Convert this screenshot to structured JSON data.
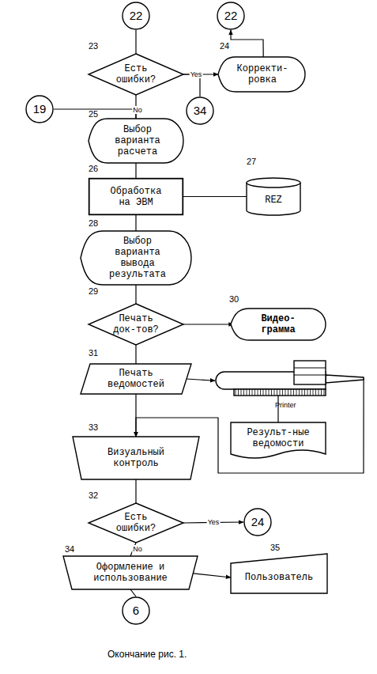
{
  "diagram": {
    "caption": "Окончание рис. 1.",
    "nodes": [
      {
        "text": [
          "22"
        ]
      },
      {
        "text": [
          "22"
        ]
      },
      {
        "text": [
          "Есть ошибки?"
        ]
      },
      {
        "text": [
          "Корректи- ровка"
        ]
      },
      {
        "text": [
          "34"
        ]
      },
      {
        "text": [
          "19"
        ]
      },
      {
        "text": [
          "Выбор варианта расчета"
        ]
      },
      {
        "text": [
          "Обработка на ЭВМ"
        ]
      },
      {
        "text": [
          "REZ"
        ]
      },
      {
        "text": [
          "Выбор варианта вывода результата"
        ]
      },
      {
        "text": [
          "Печать док-тов?"
        ]
      },
      {
        "text": [
          "Видео- грамма"
        ]
      },
      {
        "text": [
          "Печать ведомостей"
        ]
      },
      {
        "text": [
          "Printer"
        ]
      },
      {
        "text": [
          "Результ-ные ведомости"
        ]
      },
      {
        "text": [
          "Визуальный контроль"
        ]
      },
      {
        "text": [
          "Есть ошибки?"
        ]
      },
      {
        "text": [
          "24"
        ]
      },
      {
        "text": [
          "Оформление и использование"
        ]
      },
      {
        "text": [
          "Пользователь"
        ]
      },
      {
        "text": [
          "6"
        ]
      }
    ],
    "edges": [
      {
        "from": 0,
        "to": 2,
        "arrow": "none"
      },
      {
        "from": 2,
        "to": 3,
        "label": "Yes",
        "arrow": "to"
      },
      {
        "from": 2,
        "to": 4,
        "arrow": "none"
      },
      {
        "from": 3,
        "to": 1,
        "arrow": "to"
      },
      {
        "from": 2,
        "to": 6,
        "label": "No",
        "arrow": "none"
      },
      {
        "from": 5,
        "to": 6,
        "arrow": "none"
      },
      {
        "from": 6,
        "to": 7,
        "arrow": "none"
      },
      {
        "from": 7,
        "to": 8,
        "arrow": "none"
      },
      {
        "from": 7,
        "to": 9,
        "arrow": "none"
      },
      {
        "from": 9,
        "to": 10,
        "arrow": "none"
      },
      {
        "from": 10,
        "to": 11,
        "arrow": "to"
      },
      {
        "from": 10,
        "to": 12,
        "arrow": "none"
      },
      {
        "from": 12,
        "to": 13,
        "arrow": "to"
      },
      {
        "from": 13,
        "to": 14,
        "arrow": "none"
      },
      {
        "from": 13,
        "to": 15,
        "arrow": "to"
      },
      {
        "from": 12,
        "to": 15,
        "arrow": "to"
      },
      {
        "from": 15,
        "to": 16,
        "arrow": "none"
      },
      {
        "from": 16,
        "to": 17,
        "label": "Yes",
        "arrow": "to"
      },
      {
        "from": 16,
        "to": 18,
        "label": "No",
        "arrow": "none"
      },
      {
        "from": 18,
        "to": 19,
        "arrow": "to"
      },
      {
        "from": 18,
        "to": 20,
        "arrow": "none"
      }
    ],
    "labels": [
      "23",
      "24",
      "25",
      "26",
      "27",
      "28",
      "29",
      "30",
      "31",
      "33",
      "32",
      "34",
      "35"
    ]
  }
}
